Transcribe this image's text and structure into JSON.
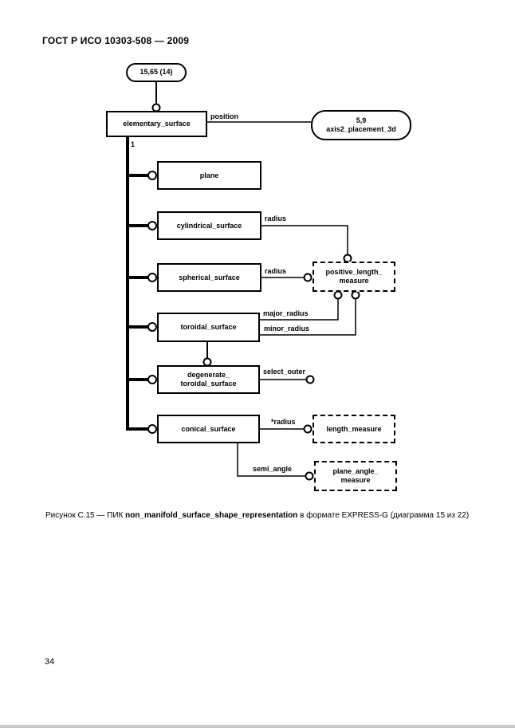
{
  "header": {
    "title": "ГОСТ Р ИСО 10303-508 — 2009"
  },
  "diagram": {
    "page_ref": "15,65 (14)",
    "cardinality": "1",
    "entities": {
      "elementary_surface": "elementary_surface",
      "plane": "plane",
      "cylindrical_surface": "cylindrical_surface",
      "spherical_surface": "spherical_surface",
      "toroidal_surface": "toroidal_surface",
      "degenerate_toroidal_surface": {
        "line1": "degenerate_",
        "line2": "toroidal_surface"
      },
      "conical_surface": "conical_surface"
    },
    "external_refs": {
      "axis2_placement_3d": {
        "line1": "5,9",
        "line2": "axis2_placement_3d"
      }
    },
    "types": {
      "positive_length_measure": {
        "line1": "positive_length_",
        "line2": "measure"
      },
      "length_measure": "length_measure",
      "plane_angle_measure": {
        "line1": "plane_angle_",
        "line2": "measure"
      }
    },
    "attributes": {
      "position": "position",
      "radius_cylindrical": "radius",
      "radius_spherical": "radius",
      "major_radius": "major_radius",
      "minor_radius": "minor_radius",
      "select_outer": "select_outer",
      "radius_conical": "*radius",
      "semi_angle": "semi_angle"
    }
  },
  "caption": {
    "prefix": "Рисунок С.15 — ПИК ",
    "entity": "non_manifold_surface_shape_representation",
    "suffix": " в формате EXPRESS-G (диаграмма 15 из 22)"
  },
  "footer": {
    "page_number": "34"
  }
}
